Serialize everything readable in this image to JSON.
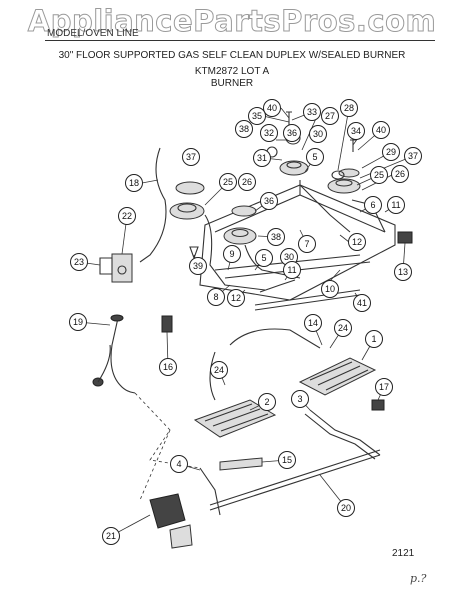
{
  "header": {
    "watermark": "AppliancePartsPros.com",
    "model_label": "MODEL/OVEN LINE",
    "title": "30\" FLOOR SUPPORTED GAS SELF CLEAN DUPLEX W/SEALED BURNER",
    "model_lot": "KTM2872 LOT A",
    "section": "BURNER"
  },
  "footer": {
    "figure_number": "2121",
    "initials": "p.?"
  },
  "callouts": {
    "c40a": "40",
    "c35": "35",
    "c33": "33",
    "c28": "28",
    "c38": "38",
    "c32": "32",
    "c36a": "36",
    "c30a": "30",
    "c27": "27",
    "c34": "34",
    "c40b": "40",
    "c29": "29",
    "c37a": "37",
    "c37b": "37",
    "c31": "31",
    "c5a": "5",
    "c25a": "25",
    "c26a": "26",
    "c25b": "25",
    "c26b": "26",
    "c18": "18",
    "c36b": "36",
    "c6": "6",
    "c11a": "11",
    "c22": "22",
    "c12a": "12",
    "c7": "7",
    "c38b": "38",
    "c23": "23",
    "c9": "9",
    "c5b": "5",
    "c30b": "30",
    "c39": "39",
    "c11b": "11",
    "c13": "13",
    "c10": "10",
    "c8": "8",
    "c12b": "12",
    "c41": "41",
    "c14": "14",
    "c24a": "24",
    "c19": "19",
    "c1": "1",
    "c16": "16",
    "c24b": "24",
    "c17": "17",
    "c2": "2",
    "c3": "3",
    "c15": "15",
    "c4": "4",
    "c20": "20",
    "c21": "21"
  }
}
